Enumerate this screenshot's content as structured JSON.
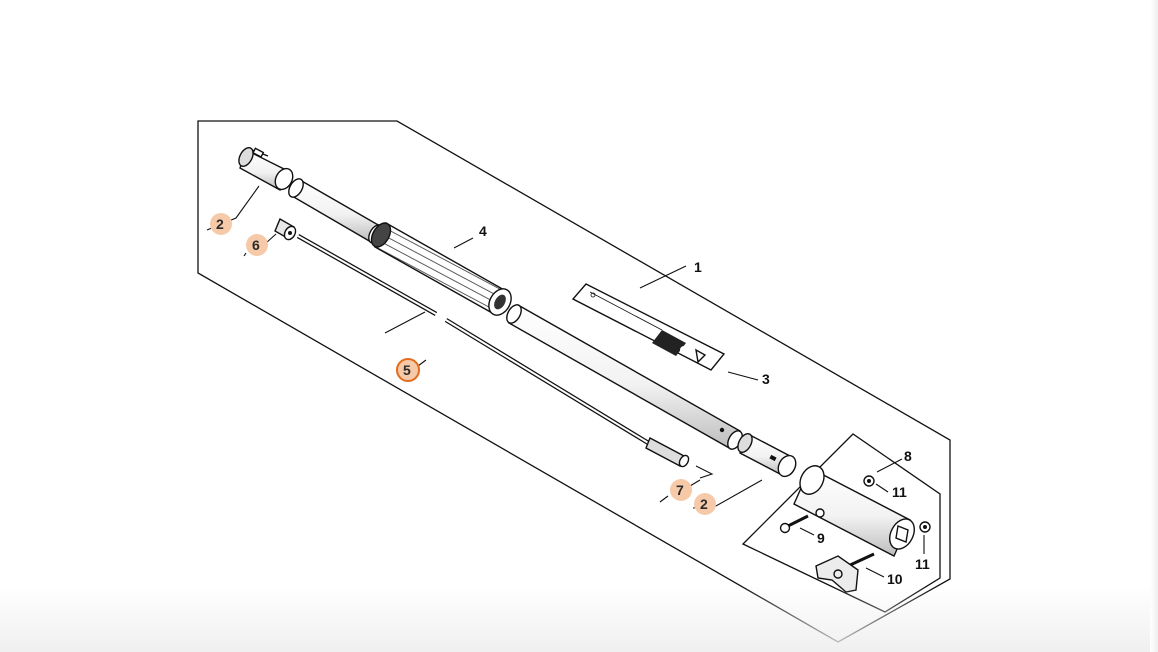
{
  "diagram": {
    "colors": {
      "line": "#111111",
      "highlight_fill": "#f6c9a8",
      "active_ring": "#e26b1c",
      "background": "#ffffff"
    },
    "callouts": [
      {
        "id": "c1",
        "label": "1",
        "highlighted": false
      },
      {
        "id": "c2a",
        "label": "2",
        "highlighted": true
      },
      {
        "id": "c2b",
        "label": "2",
        "highlighted": true
      },
      {
        "id": "c3",
        "label": "3",
        "highlighted": false
      },
      {
        "id": "c4",
        "label": "4",
        "highlighted": false
      },
      {
        "id": "c5",
        "label": "5",
        "highlighted": true,
        "active": true
      },
      {
        "id": "c6",
        "label": "6",
        "highlighted": true
      },
      {
        "id": "c7",
        "label": "7",
        "highlighted": true
      },
      {
        "id": "c8",
        "label": "8",
        "highlighted": false
      },
      {
        "id": "c9",
        "label": "9",
        "highlighted": false
      },
      {
        "id": "c10",
        "label": "10",
        "highlighted": false
      },
      {
        "id": "c11a",
        "label": "11",
        "highlighted": false
      },
      {
        "id": "c11b",
        "label": "11",
        "highlighted": false
      }
    ]
  }
}
